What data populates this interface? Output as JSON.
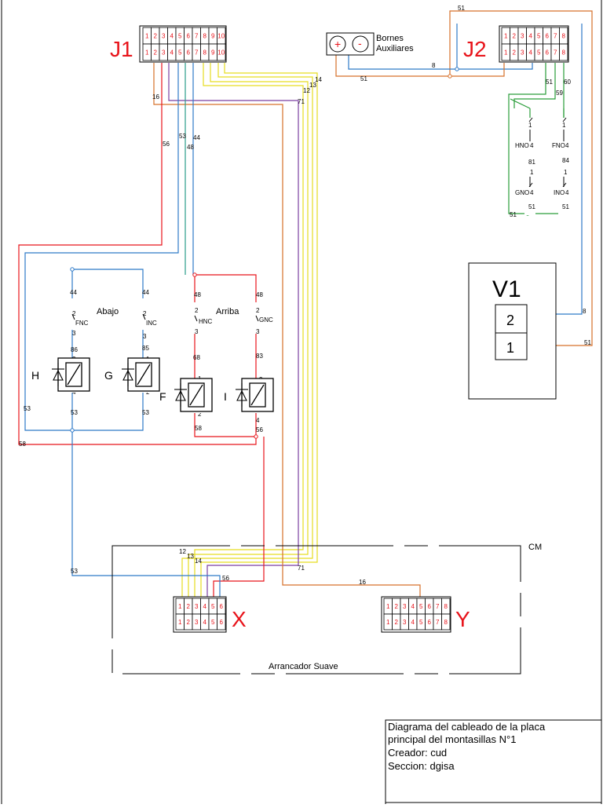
{
  "connectors": {
    "j1": {
      "label": "J1",
      "pins": [
        "1",
        "2",
        "3",
        "4",
        "5",
        "6",
        "7",
        "8",
        "9",
        "10"
      ]
    },
    "j2": {
      "label": "J2",
      "pins": [
        "1",
        "2",
        "3",
        "4",
        "5",
        "6",
        "7",
        "8"
      ]
    },
    "x": {
      "label": "X",
      "pins": [
        "1",
        "2",
        "3",
        "4",
        "5",
        "6"
      ]
    },
    "y": {
      "label": "Y",
      "pins": [
        "1",
        "2",
        "3",
        "4",
        "5",
        "6",
        "7",
        "8"
      ]
    }
  },
  "aux_terminals": {
    "label_line1": "Bornes",
    "label_line2": "Auxiliares",
    "plus": "+",
    "minus": "-"
  },
  "v1": {
    "label": "V1",
    "terminal_top": "2",
    "terminal_bottom": "1"
  },
  "groups": {
    "abajo": "Abajo",
    "arriba": "Arriba"
  },
  "relays": {
    "h": "H",
    "g": "G",
    "f": "F",
    "i": "I"
  },
  "cm_box": {
    "label": "CM",
    "caption": "Arrancador Suave"
  },
  "wires": {
    "n51_top": "51",
    "n8": "8",
    "n51_mid": "51",
    "n14": "14",
    "n13": "13",
    "n12": "12",
    "n71": "71",
    "n16": "16",
    "n56": "56",
    "n53": "53",
    "n44": "44",
    "n48": "48",
    "n51_j2": "51",
    "n60": "60",
    "n59": "59",
    "v1_8": "8",
    "v1_51": "51",
    "l_44": "44",
    "l_2": "2",
    "l_fnc": "FNC",
    "l_3": "3",
    "l_86": "86",
    "l_3b": "3",
    "l_4": "4",
    "l_53": "53",
    "r_44": "44",
    "r_2": "2",
    "r_inc": "INC",
    "r_3": "3",
    "r_85": "85",
    "r_1": "1",
    "r_2b": "2",
    "r_53": "53",
    "a_48": "48",
    "a_2": "2",
    "a_hnc": "HNC",
    "a_3": "3",
    "a_68": "68",
    "a_1": "1",
    "a_2b": "2",
    "a_58": "58",
    "b_48": "48",
    "b_2": "2",
    "b_gnc": "GNC",
    "b_3": "3",
    "b_83": "83",
    "b_3b": "3",
    "b_4": "4",
    "b_56": "56",
    "s_1a": "1",
    "s_hno": "HNO",
    "s_4a": "4",
    "s_81": "81",
    "s_1b": "1",
    "s_gno": "GNO",
    "s_4b": "4",
    "s_51a": "51",
    "s_1c": "1",
    "s_fno": "FNO",
    "s_4c": "4",
    "s_84": "84",
    "s_1d": "1",
    "s_ino": "INO",
    "s_4d": "4",
    "s_51b": "51",
    "s_51c": "51",
    "left_53": "53",
    "left_58": "58",
    "left_53b": "53",
    "cm_12": "12",
    "cm_13": "13",
    "cm_14": "14",
    "cm_56": "56",
    "cm_71": "71",
    "cm_16": "16"
  },
  "title_block": {
    "line1": "Diagrama del cableado de la placa",
    "line2": "principal del montasillas N°1",
    "line3": "Creador: cud",
    "line4": "Seccion: dgisa"
  },
  "colors": {
    "red": "#e8141b",
    "blue": "#2e7ac8",
    "orange": "#d6702a",
    "green": "#2a9d3a",
    "purple": "#7b3fa0",
    "yellow": "#e6dd20",
    "darkred": "#b4231e"
  }
}
